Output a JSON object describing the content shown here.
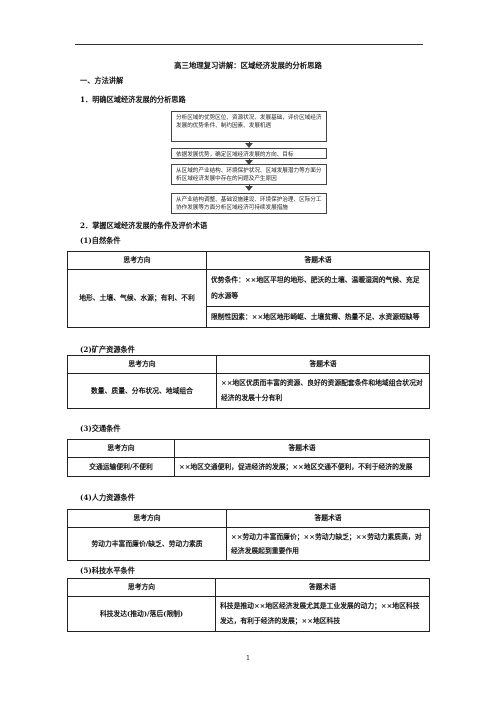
{
  "title": "高三地理复习讲解：区域经济发展的分析思路",
  "section1": "一、方法讲解",
  "sub1": "1．明确区域经济发展的分析思路",
  "flow": [
    "分析区域的优势区位、资源状况、发展基础，评价区域经济发展的优势条件、制约因素、发展机遇",
    "依据发展优势，确定区域经济发展的方向、目标",
    "从区域的产业结构、环境保护状况、区域发展潜力等方面分析区域经济发展中存在的问题及产生原因",
    "从产业结构调整、基础设施建设、环境保护治理、区际分工协作发展等方面分析区域经济可持续发展措施"
  ],
  "sub2": "2．掌握区域经济发展的条件及评价术语",
  "headers": {
    "left": "思考方向",
    "right": "答题术语"
  },
  "sections": [
    {
      "label": "(1)自然条件",
      "left": "地形、土壤、气候、水源；有利、不利",
      "right": [
        "优势条件：××地区平坦的地形、肥沃的土壤、温暖湿润的气候、充足的水源等",
        "限制性因素：××地区地形崎岖、土壤贫瘠、热量不足、水资源短缺等"
      ]
    },
    {
      "label": "(2)矿产资源条件",
      "left": "数量、质量、分布状况、地域组合",
      "right": [
        "××地区优质而丰富的资源、良好的资源配套条件和地域组合状况对经济的发展十分有利"
      ]
    },
    {
      "label": "(3)交通条件",
      "left": "交通运输便利/不便利",
      "right": [
        "××地区交通便利，促进经济的发展；××地区交通不便利，不利于经济的发展"
      ]
    },
    {
      "label": "(4)人力资源条件",
      "left": "劳动力丰富而廉价/缺乏、劳动力素质",
      "right": [
        "××劳动力丰富而廉价；××劳动力缺乏；××劳动力素质高，对经济发展起到重要作用"
      ]
    },
    {
      "label": "(5)科技水平条件",
      "left": "科技发达(推动)/落后(限制)",
      "right": [
        "科技是推动××地区经济发展尤其是工业发展的动力；××地区科技发达，有利于经济的发展；××地区科技"
      ]
    }
  ],
  "page_number": "1"
}
